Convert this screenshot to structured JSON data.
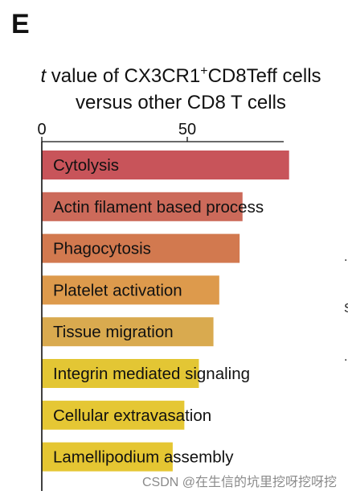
{
  "panel_label": "E",
  "title": {
    "italic_prefix": "t",
    "line1_before_sup": " value of CX3CR1",
    "sup": "+",
    "line1_after_sup": "CD8Teff cells",
    "line2": "versus other CD8 T cells"
  },
  "chart_data": {
    "type": "bar",
    "orientation": "horizontal",
    "xaxis_position": "top",
    "title": "t value of CX3CR1+CD8Teff cells versus other CD8 T cells",
    "xlabel": "",
    "ylabel": "",
    "xlim": [
      0,
      84
    ],
    "xticks": [
      0,
      50
    ],
    "categories": [
      "Cytolysis",
      "Actin filament based process",
      "Phagocytosis",
      "Platelet activation",
      "Tissue migration",
      "Integrin mediated signaling",
      "Cellular extravasation",
      "Lamellipodium assembly"
    ],
    "values": [
      85,
      69,
      68,
      61,
      59,
      54,
      49,
      45
    ],
    "colors": [
      "#c8545a",
      "#cc6a5a",
      "#d2794f",
      "#dd9a4c",
      "#d9aa4f",
      "#e3c634",
      "#e5c734",
      "#e5c632"
    ],
    "grid": false,
    "legend": "none"
  },
  "edge_marks": [
    ".",
    "S",
    "."
  ],
  "watermark": "CSDN @在生信的坑里挖呀挖呀挖"
}
